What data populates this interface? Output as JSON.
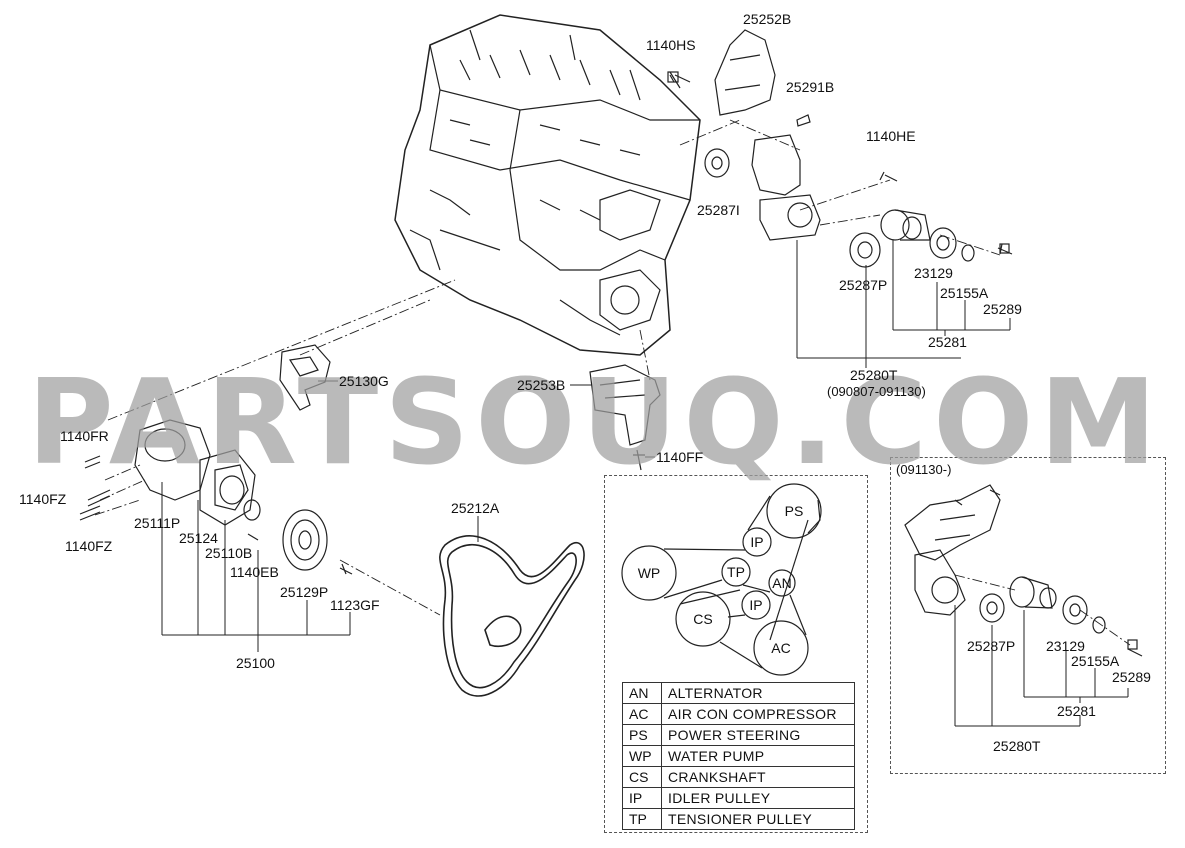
{
  "watermark": "PARTSOUQ.COM",
  "part_labels": {
    "p1140HS": "1140HS",
    "p25252B": "25252B",
    "p25291B": "25291B",
    "p1140HE": "1140HE",
    "p25287I": "25287I",
    "p25287P_top": "25287P",
    "p23129_top": "23129",
    "p25155A_top": "25155A",
    "p25289_top": "25289",
    "p25281_top": "25281",
    "p25280T_top": "25280T",
    "p25280T_top_range": "(090807-091130)",
    "p25130G": "25130G",
    "p25253B": "25253B",
    "p1140FF": "1140FF",
    "p1140FR": "1140FR",
    "p1140FZ_a": "1140FZ",
    "p1140FZ_b": "1140FZ",
    "p25111P": "25111P",
    "p25124": "25124",
    "p25110B": "25110B",
    "p1140EB": "1140EB",
    "p25129P": "25129P",
    "p1123GF": "1123GF",
    "p25100": "25100",
    "p25212A": "25212A",
    "alt_range": "(091130-)",
    "p25287P_alt": "25287P",
    "p23129_alt": "23129",
    "p25155A_alt": "25155A",
    "p25289_alt": "25289",
    "p25281_alt": "25281",
    "p25280T_alt": "25280T"
  },
  "belt_diagram": {
    "pulleys": {
      "PS": "PS",
      "IP_top": "IP",
      "WP": "WP",
      "TP": "TP",
      "AN": "AN",
      "IP_bottom": "IP",
      "CS": "CS",
      "AC": "AC"
    }
  },
  "legend": [
    {
      "code": "AN",
      "desc": "ALTERNATOR"
    },
    {
      "code": "AC",
      "desc": "AIR CON COMPRESSOR"
    },
    {
      "code": "PS",
      "desc": "POWER STEERING"
    },
    {
      "code": "WP",
      "desc": "WATER PUMP"
    },
    {
      "code": "CS",
      "desc": "CRANKSHAFT"
    },
    {
      "code": "IP",
      "desc": "IDLER PULLEY"
    },
    {
      "code": "TP",
      "desc": "TENSIONER PULLEY"
    }
  ]
}
